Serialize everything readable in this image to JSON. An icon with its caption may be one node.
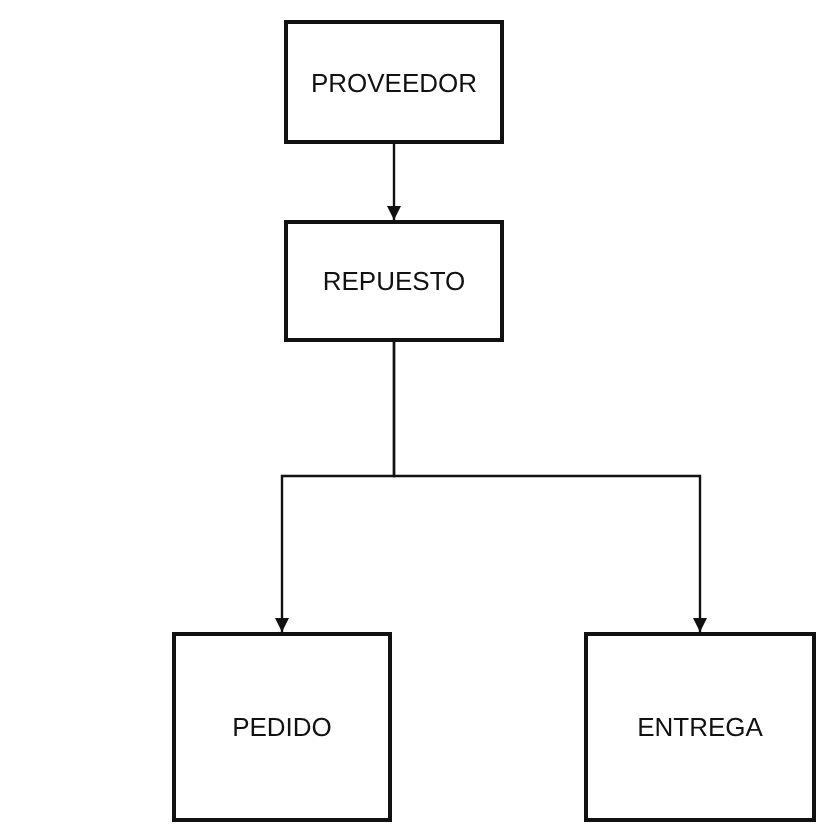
{
  "diagram": {
    "nodes": [
      {
        "text": [
          "PROVEEDOR"
        ]
      },
      {
        "text": [
          "REPUESTO"
        ]
      },
      {
        "text": [
          "PEDIDO"
        ]
      },
      {
        "text": [
          "ENTREGA"
        ]
      }
    ],
    "edges": [
      {
        "from": 0,
        "to": 1,
        "arrow": "to"
      },
      {
        "from": 1,
        "to": 2,
        "arrow": "to"
      },
      {
        "from": 1,
        "to": 3,
        "arrow": "to"
      }
    ]
  }
}
